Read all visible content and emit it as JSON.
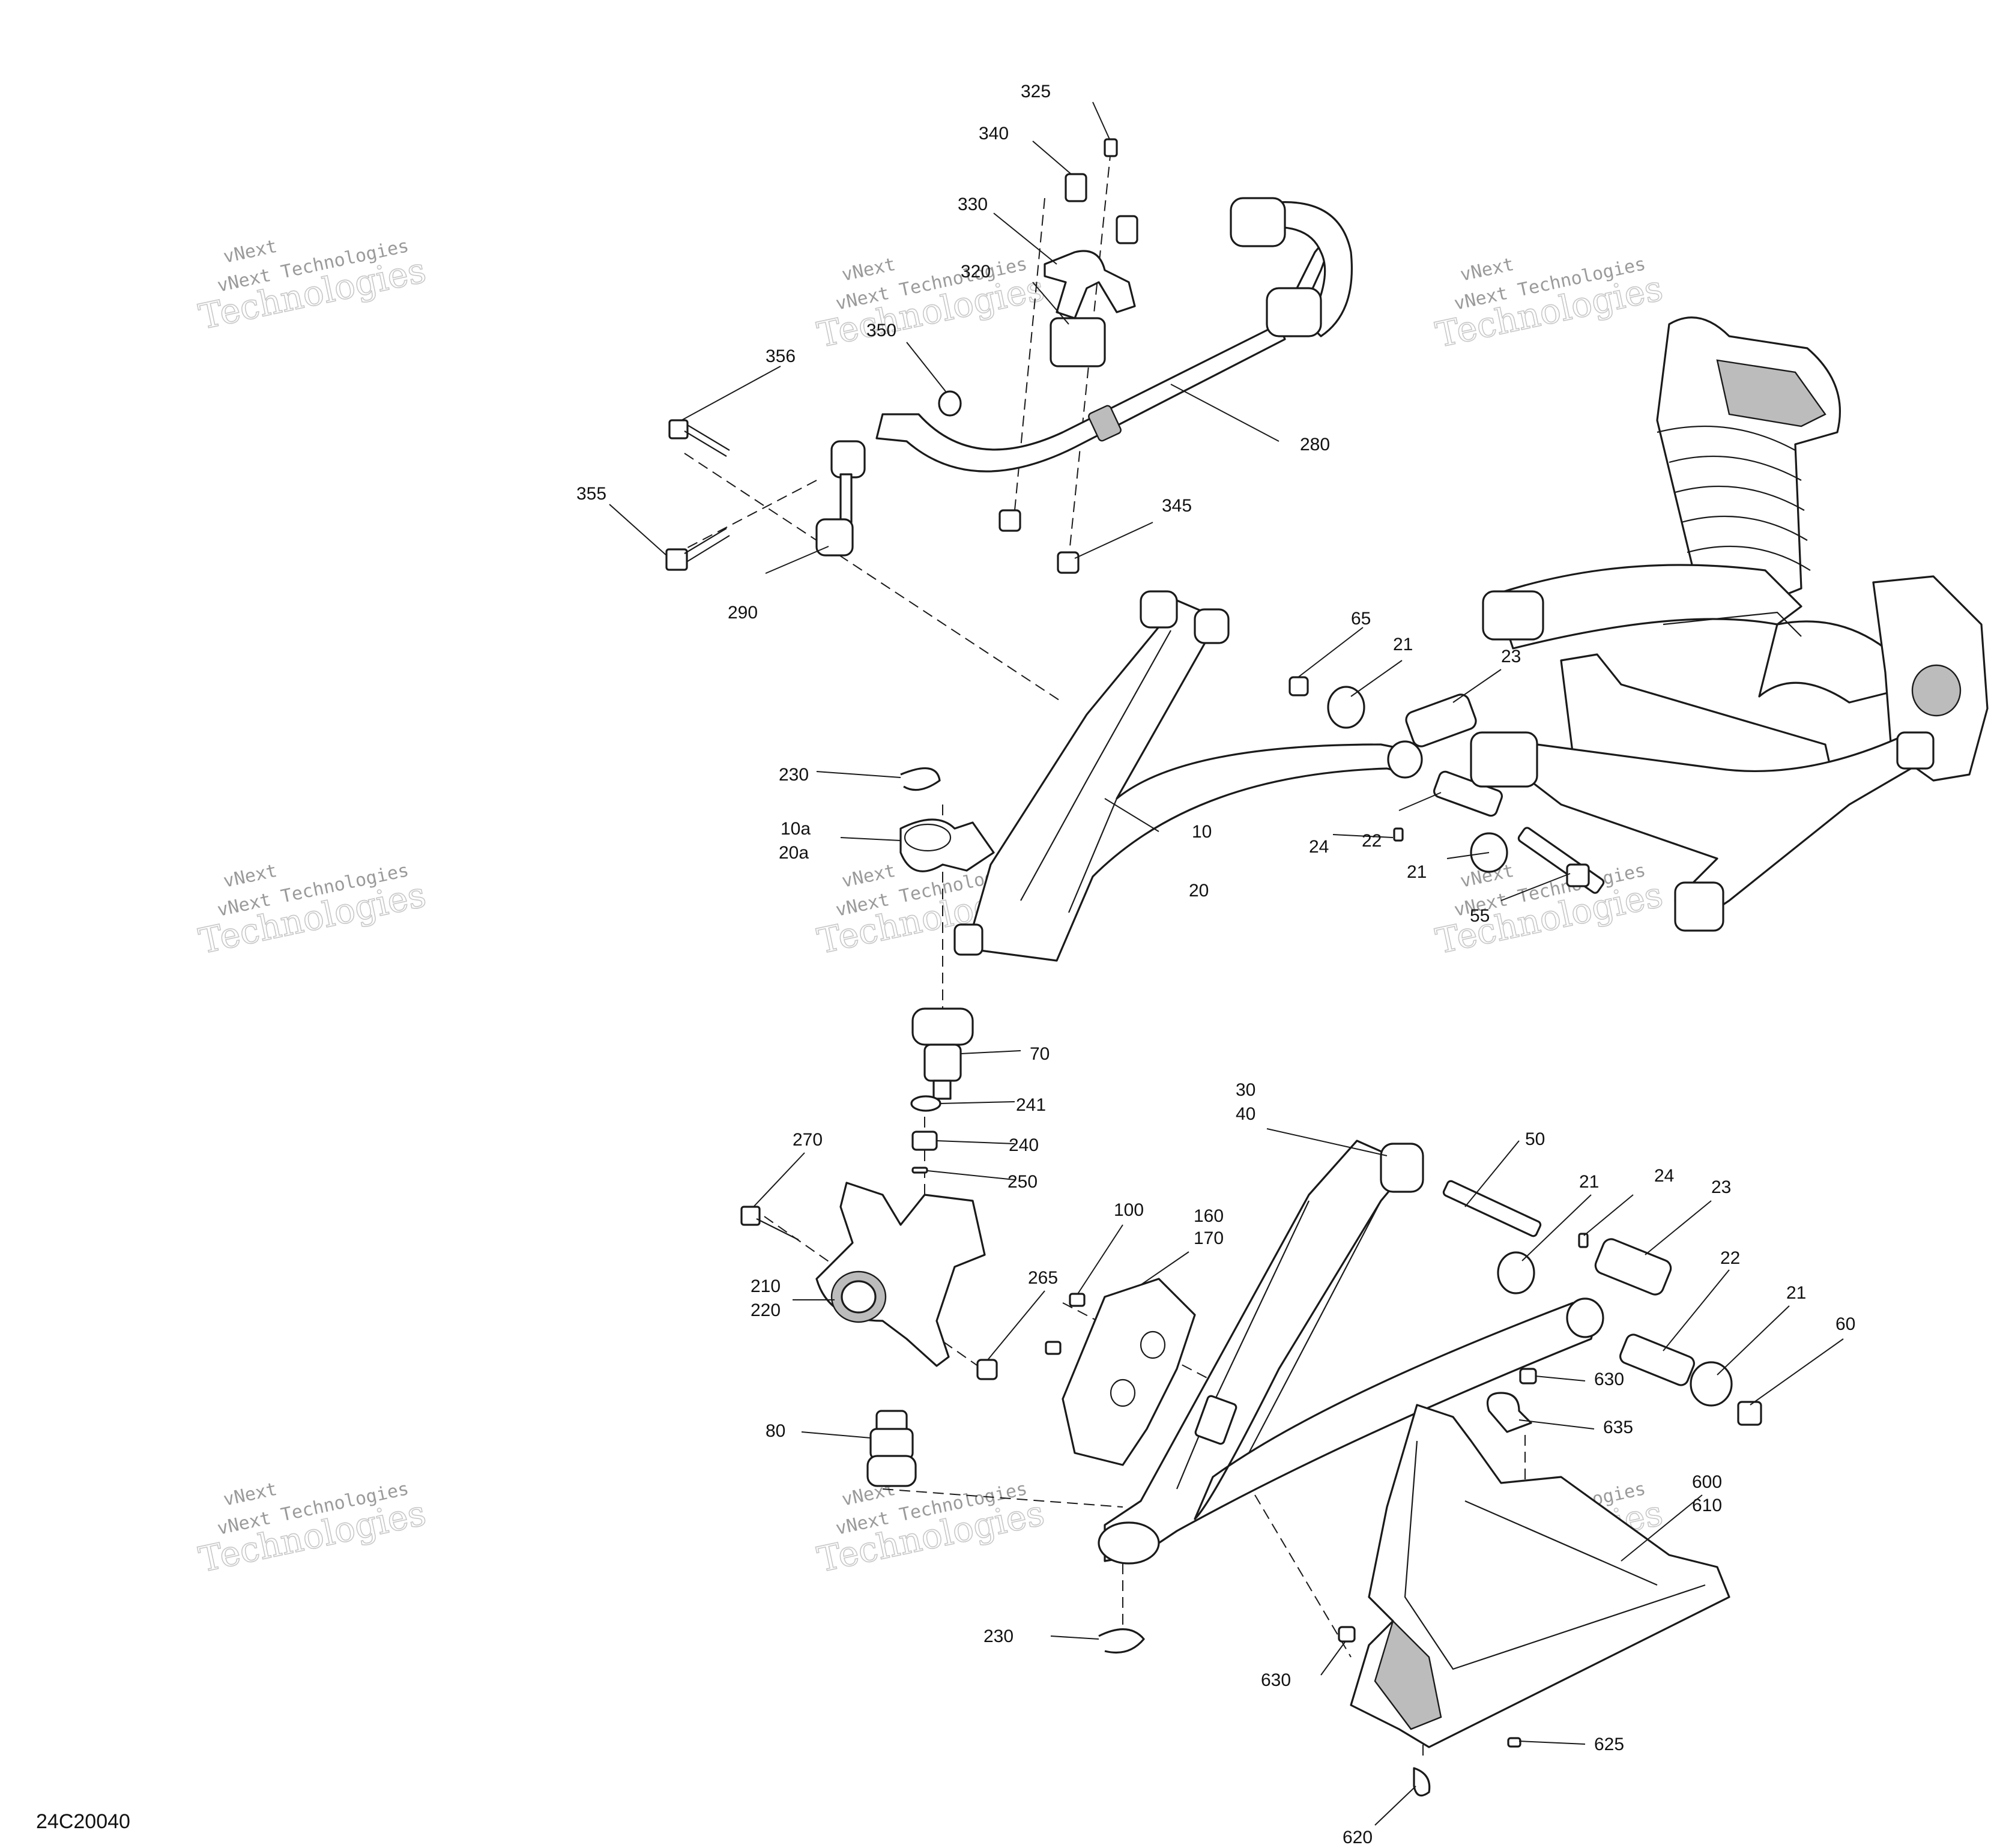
{
  "diagram_id": "24C20040",
  "watermark": {
    "line1": "vNext",
    "line2": "vNext Technologies",
    "line3": "Technologies"
  },
  "callouts": [
    {
      "id": "c325",
      "label": "325"
    },
    {
      "id": "c340",
      "label": "340"
    },
    {
      "id": "c330",
      "label": "330"
    },
    {
      "id": "c320",
      "label": "320"
    },
    {
      "id": "c350",
      "label": "350"
    },
    {
      "id": "c356",
      "label": "356"
    },
    {
      "id": "c280",
      "label": "280"
    },
    {
      "id": "c355",
      "label": "355"
    },
    {
      "id": "c345",
      "label": "345"
    },
    {
      "id": "c290",
      "label": "290"
    },
    {
      "id": "c65",
      "label": "65"
    },
    {
      "id": "c21a",
      "label": "21"
    },
    {
      "id": "c23a",
      "label": "23"
    },
    {
      "id": "c230a",
      "label": "230"
    },
    {
      "id": "c10a",
      "label": "10a"
    },
    {
      "id": "c20a",
      "label": "20a"
    },
    {
      "id": "c24a",
      "label": "24"
    },
    {
      "id": "c22a",
      "label": "22"
    },
    {
      "id": "c10",
      "label": "10"
    },
    {
      "id": "c20",
      "label": "20"
    },
    {
      "id": "c21b",
      "label": "21"
    },
    {
      "id": "c55",
      "label": "55"
    },
    {
      "id": "c70",
      "label": "70"
    },
    {
      "id": "c241",
      "label": "241"
    },
    {
      "id": "c240",
      "label": "240"
    },
    {
      "id": "c250",
      "label": "250"
    },
    {
      "id": "c270",
      "label": "270"
    },
    {
      "id": "c30",
      "label": "30"
    },
    {
      "id": "c40",
      "label": "40"
    },
    {
      "id": "c50",
      "label": "50"
    },
    {
      "id": "c21c",
      "label": "21"
    },
    {
      "id": "c24b",
      "label": "24"
    },
    {
      "id": "c23b",
      "label": "23"
    },
    {
      "id": "c22b",
      "label": "22"
    },
    {
      "id": "c21d",
      "label": "21"
    },
    {
      "id": "c60",
      "label": "60"
    },
    {
      "id": "c100",
      "label": "100"
    },
    {
      "id": "c160",
      "label": "160"
    },
    {
      "id": "c170",
      "label": "170"
    },
    {
      "id": "c210",
      "label": "210"
    },
    {
      "id": "c220",
      "label": "220"
    },
    {
      "id": "c265",
      "label": "265"
    },
    {
      "id": "c80",
      "label": "80"
    },
    {
      "id": "c630a",
      "label": "630"
    },
    {
      "id": "c635",
      "label": "635"
    },
    {
      "id": "c600",
      "label": "600"
    },
    {
      "id": "c610",
      "label": "610"
    },
    {
      "id": "c230b",
      "label": "230"
    },
    {
      "id": "c630b",
      "label": "630"
    },
    {
      "id": "c625",
      "label": "625"
    },
    {
      "id": "c620",
      "label": "620"
    }
  ]
}
